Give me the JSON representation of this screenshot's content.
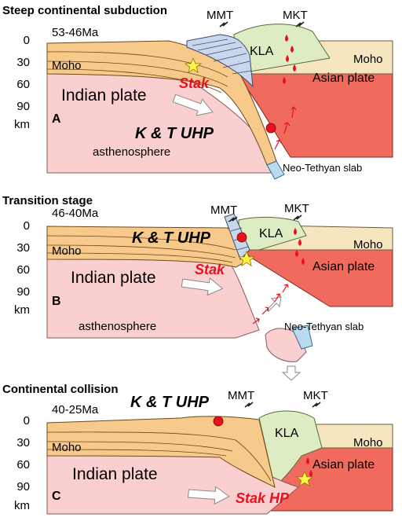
{
  "panels": [
    {
      "title": "Steep continental subduction",
      "age": "53-46Ma",
      "letter": "A",
      "faults": [
        "MMT",
        "MKT"
      ],
      "labels": {
        "kla": "KLA",
        "moho_left": "Moho",
        "moho_right": "Moho",
        "asian_plate": "Asian plate",
        "indian_plate": "Indian plate",
        "stak": "Stak",
        "uhp": "K & T UHP",
        "asthenosphere": "asthenosphere",
        "slab": "Neo-Tethyan slab"
      },
      "depth_ticks": [
        "0",
        "30",
        "60",
        "90"
      ],
      "depth_unit": "km"
    },
    {
      "title": "Transition stage",
      "age": "46-40Ma",
      "letter": "B",
      "faults": [
        "MMT",
        "MKT"
      ],
      "labels": {
        "kla": "KLA",
        "moho_left": "Moho",
        "moho_right": "Moho",
        "asian_plate": "Asian plate",
        "indian_plate": "Indian plate",
        "stak": "Stak",
        "uhp": "K & T UHP",
        "asthenosphere": "asthenosphere",
        "slab": "Neo-Tethyan slab"
      },
      "depth_ticks": [
        "0",
        "30",
        "60",
        "90"
      ],
      "depth_unit": "km"
    },
    {
      "title": "Continental collision",
      "age": "40-25Ma",
      "letter": "C",
      "faults": [
        "MMT",
        "MKT"
      ],
      "labels": {
        "kla": "KLA",
        "moho_left": "Moho",
        "moho_right": "Moho",
        "asian_plate": "Asian plate",
        "indian_plate": "Indian plate",
        "stak": "Stak HP",
        "uhp": "K & T UHP"
      },
      "depth_ticks": [
        "0",
        "30",
        "60",
        "90"
      ],
      "depth_unit": "km"
    }
  ],
  "colors": {
    "crust": "#f7c98a",
    "mantle": "#f9cfcf",
    "asian_crust": "#f6e6bf",
    "asian_mantle": "#f06a5e",
    "kla": "#deecc4",
    "wedge": "#c9d6ec",
    "slab": "#b8dcee",
    "red_text": "#e8111d",
    "star": "#fff34a"
  }
}
